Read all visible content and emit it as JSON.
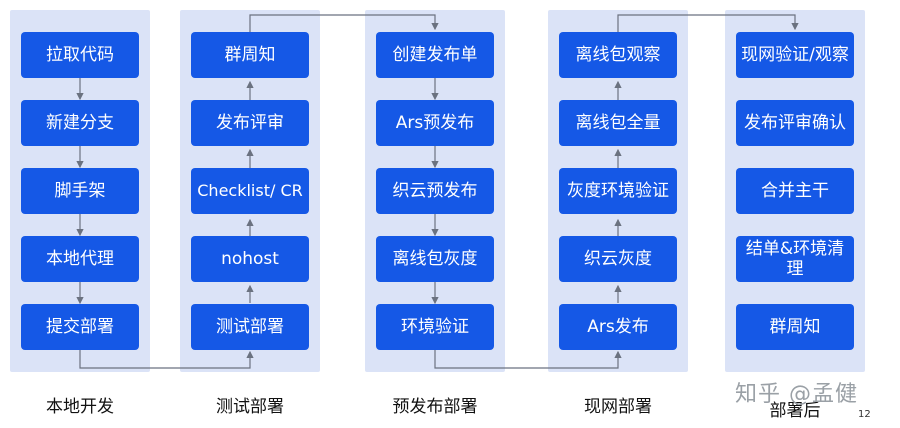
{
  "columns": [
    {
      "name": "本地开发",
      "steps": [
        "拉取代码",
        "新建分支",
        "脚手架",
        "本地代理",
        "提交部署"
      ]
    },
    {
      "name": "测试部署",
      "steps": [
        "群周知",
        "发布评审",
        "Checklist/ CR",
        "nohost",
        "测试部署"
      ]
    },
    {
      "name": "预发布部署",
      "steps": [
        "创建发布单",
        "Ars预发布",
        "织云预发布",
        "离线包灰度",
        "环境验证"
      ]
    },
    {
      "name": "现网部署",
      "steps": [
        "离线包观察",
        "离线包全量",
        "灰度环境验证",
        "织云灰度",
        "Ars发布"
      ]
    },
    {
      "name": "部署后",
      "steps": [
        "现网验证/观察",
        "发布评审确认",
        "合并主干",
        "结单&环境清理",
        "群周知"
      ]
    }
  ],
  "watermark": "知乎 @孟健",
  "page_number": "12",
  "colors": {
    "column_bg": "#dbe3f7",
    "box_bg": "#1558e6",
    "connector": "#6b7280"
  }
}
